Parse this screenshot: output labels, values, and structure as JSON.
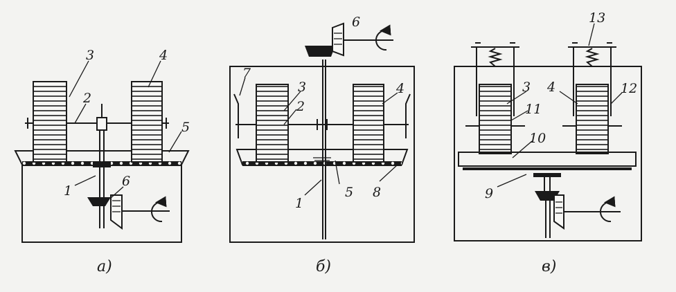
{
  "panels": [
    {
      "caption": "а)",
      "labels": [
        "1",
        "2",
        "3",
        "4",
        "5",
        "6"
      ]
    },
    {
      "caption": "б)",
      "labels": [
        "1",
        "2",
        "3",
        "4",
        "5",
        "6",
        "7",
        "8"
      ]
    },
    {
      "caption": "в)",
      "labels": [
        "3",
        "4",
        "9",
        "10",
        "11",
        "12",
        "13"
      ]
    }
  ]
}
